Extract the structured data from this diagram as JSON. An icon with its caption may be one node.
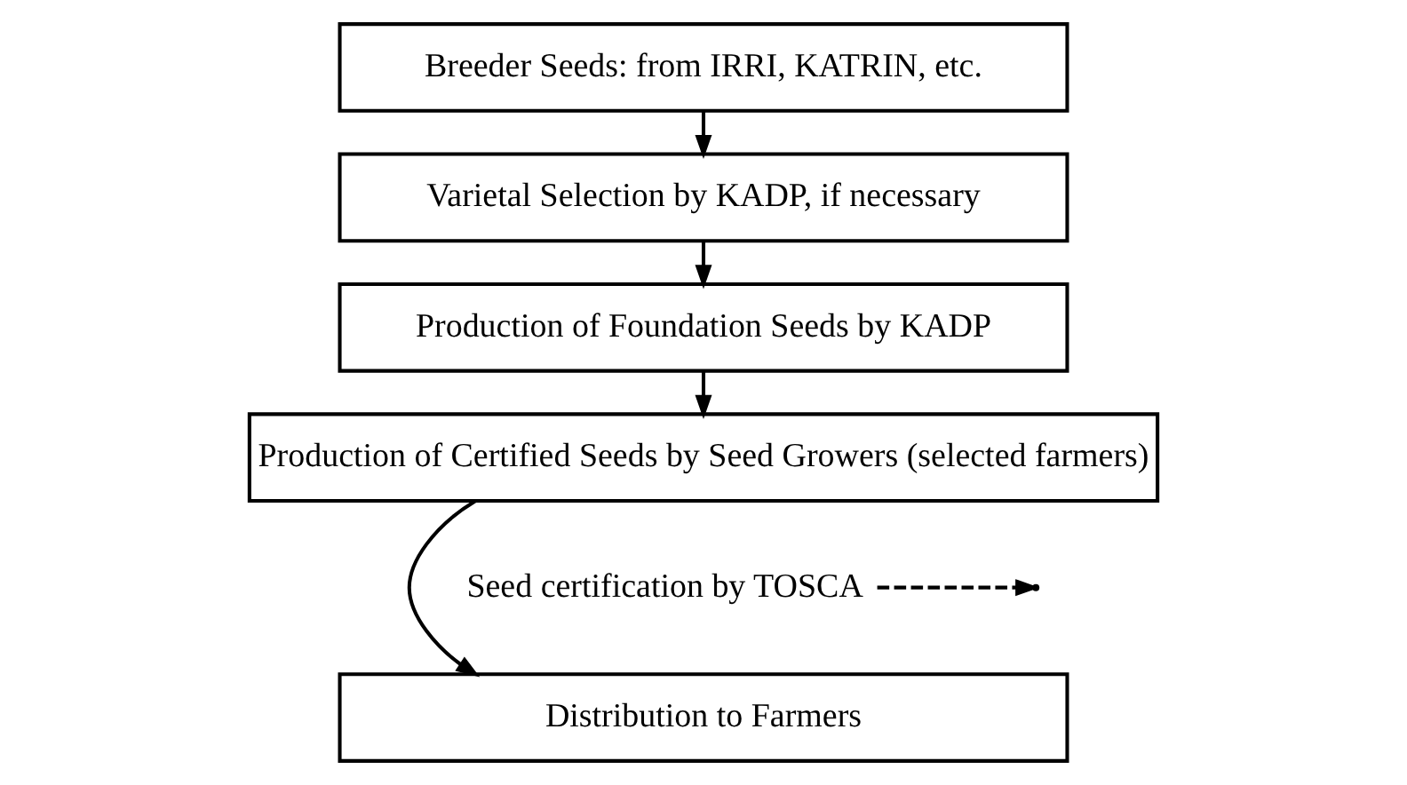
{
  "diagram": {
    "nodes": [
      {
        "text": [
          "Breeder Seeds: from IRRI, KATRIN, etc."
        ]
      },
      {
        "text": [
          "Varietal Selection by KADP, if necessary"
        ]
      },
      {
        "text": [
          "Production of Foundation Seeds by KADP"
        ]
      },
      {
        "text": [
          "Production of Certified Seeds by Seed Growers (selected farmers)"
        ]
      },
      {
        "text": [
          "Distribution to Farmers"
        ]
      },
      {
        "text": [
          "Seed certification by TOSCA"
        ]
      }
    ],
    "edges": [
      {
        "from": 0,
        "to": 1,
        "arrow": "to"
      },
      {
        "from": 1,
        "to": 2,
        "arrow": "to"
      },
      {
        "from": 2,
        "to": 3,
        "arrow": "to"
      },
      {
        "from": 3,
        "to": 4,
        "arrow": "to"
      },
      {
        "from": 5,
        "to": null,
        "arrow": "to",
        "style": "dashed"
      }
    ]
  }
}
